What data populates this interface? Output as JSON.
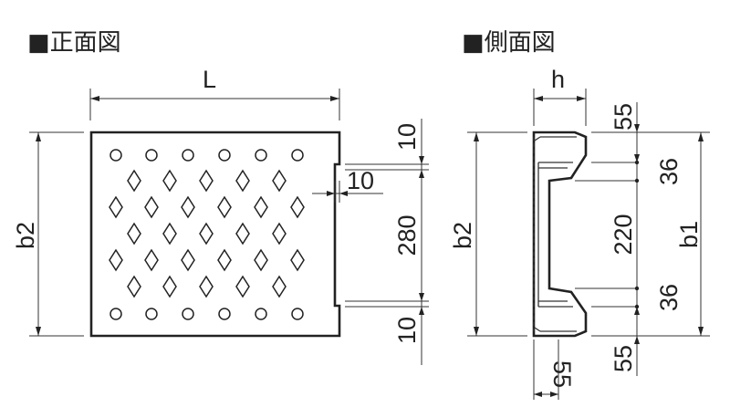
{
  "front_view": {
    "title": "■正面図",
    "dimensions": {
      "length": "L",
      "width": "b2",
      "notch_top": "10",
      "notch_depth": "10",
      "notch_span": "280",
      "notch_bottom": "10"
    }
  },
  "side_view": {
    "title": "■側面図",
    "dimensions": {
      "height": "h",
      "width": "b2",
      "bearing_width": "b1",
      "top_flange": "55",
      "upper_taper": "36",
      "middle": "220",
      "lower_taper": "36",
      "bottom_flange": "55",
      "base_depth": "55"
    }
  }
}
